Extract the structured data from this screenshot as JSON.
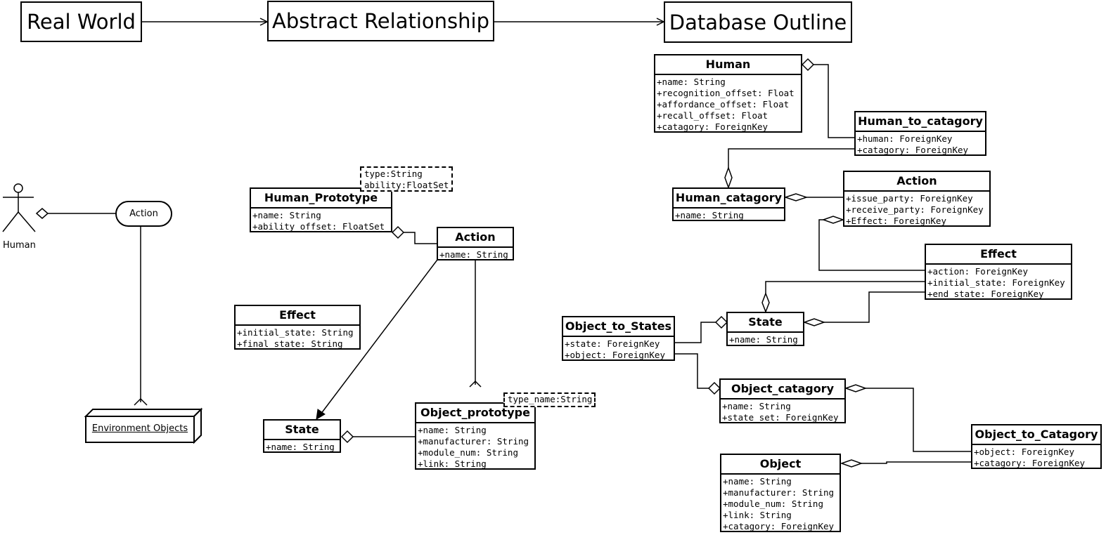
{
  "headers": {
    "real_world": "Real World",
    "abstract": "Abstract Relationship",
    "database": "Database Outline"
  },
  "real_world": {
    "actor": "Human",
    "usecase": "Action",
    "node": "Environment Objects"
  },
  "abstract": {
    "human_prototype": {
      "title": "Human_Prototype",
      "attrs": [
        "+name: String",
        "+ability_offset: FloatSet"
      ]
    },
    "human_prototype_note": [
      "type:String",
      "ability:FloatSet"
    ],
    "action": {
      "title": "Action",
      "attrs": [
        "+name: String"
      ]
    },
    "effect": {
      "title": "Effect",
      "attrs": [
        "+initial_state: String",
        "+final_state: String"
      ]
    },
    "state": {
      "title": "State",
      "attrs": [
        "+name: String"
      ]
    },
    "object_prototype": {
      "title": "Object_prototype",
      "attrs": [
        "+name: String",
        "+manufacturer: String",
        "+module_num: String",
        "+link: String"
      ]
    },
    "object_prototype_note": [
      "type_name:String"
    ]
  },
  "database": {
    "human": {
      "title": "Human",
      "attrs": [
        "+name: String",
        "+recognition_offset: Float",
        "+affordance_offset: Float",
        "+recall_offset: Float",
        "+catagory: ForeignKey"
      ]
    },
    "human_to_catagory": {
      "title": "Human_to_catagory",
      "attrs": [
        "+human: ForeignKey",
        "+catagory: ForeignKey"
      ]
    },
    "human_catagory": {
      "title": "Human_catagory",
      "attrs": [
        "+name: String"
      ]
    },
    "action": {
      "title": "Action",
      "attrs": [
        "+issue_party: ForeignKey",
        "+receive_party: ForeignKey",
        "+Effect: ForeignKey"
      ]
    },
    "effect": {
      "title": "Effect",
      "attrs": [
        "+action: ForeignKey",
        "+initial_state: ForeignKey",
        "+end_state: ForeignKey"
      ]
    },
    "state": {
      "title": "State",
      "attrs": [
        "+name: String"
      ]
    },
    "object_to_states": {
      "title": "Object_to_States",
      "attrs": [
        "+state: ForeignKey",
        "+object: ForeignKey"
      ]
    },
    "object_catagory": {
      "title": "Object_catagory",
      "attrs": [
        "+name: String",
        "+state_set: ForeignKey"
      ]
    },
    "object_to_catagory": {
      "title": "Object_to_Catagory",
      "attrs": [
        "+object: ForeignKey",
        "+catagory: ForeignKey"
      ]
    },
    "object": {
      "title": "Object",
      "attrs": [
        "+name: String",
        "+manufacturer: String",
        "+module_num: String",
        "+link: String",
        "+catagory: ForeignKey"
      ]
    }
  }
}
